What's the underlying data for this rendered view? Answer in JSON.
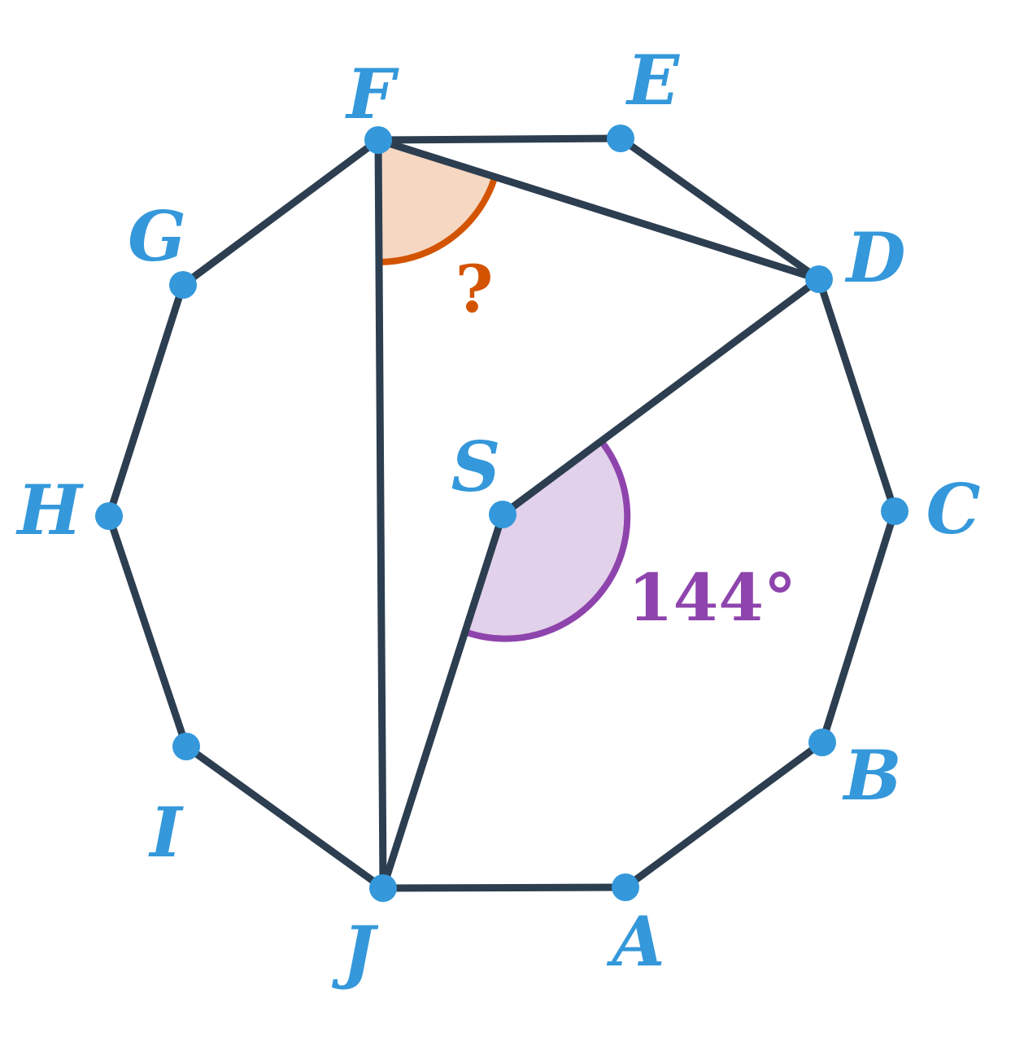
{
  "vertices": {
    "A": "A",
    "B": "B",
    "C": "C",
    "D": "D",
    "E": "E",
    "F": "F",
    "G": "G",
    "H": "H",
    "I": "I",
    "J": "J",
    "S": "S"
  },
  "angles": {
    "given": {
      "label": "144°",
      "color": "#8e44ad",
      "fill": "#e2d1ea"
    },
    "unknown": {
      "label": "?",
      "color": "#d35400",
      "fill": "#f5d7c2"
    }
  },
  "colors": {
    "edge": "#2c3e50",
    "vertex": "#3498db"
  }
}
